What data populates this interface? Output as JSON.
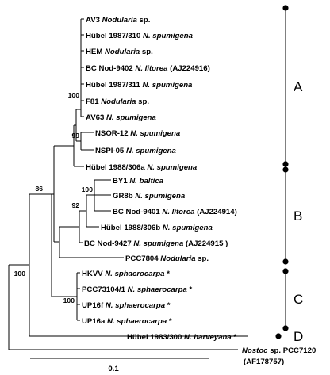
{
  "leaves": [
    {
      "strain": "AV3",
      "species": "Nodularia",
      "suffix": "sp.",
      "extra": ""
    },
    {
      "strain": "Hübel 1987/310",
      "species": "N. spumigena",
      "suffix": "",
      "extra": ""
    },
    {
      "strain": "HEM",
      "species": "Nodularia",
      "suffix": "sp.",
      "extra": ""
    },
    {
      "strain": "BC Nod-9402",
      "species": "N. litorea",
      "suffix": "(AJ224916)",
      "extra": ""
    },
    {
      "strain": "Hübel 1987/311",
      "species": "N. spumigena",
      "suffix": "",
      "extra": ""
    },
    {
      "strain": "F81",
      "species": "Nodularia",
      "suffix": "sp.",
      "extra": ""
    },
    {
      "strain": "AV63",
      "species": "N. spumigena",
      "suffix": "",
      "extra": ""
    },
    {
      "strain": "NSOR-12",
      "species": "N. spumigena",
      "suffix": "",
      "extra": ""
    },
    {
      "strain": "NSPI-05",
      "species": "N. spumigena",
      "suffix": "",
      "extra": ""
    },
    {
      "strain": "Hübel 1988/306a",
      "species": "N. spumigena",
      "suffix": "",
      "extra": ""
    },
    {
      "strain": "BY1",
      "species": "N. baltica",
      "suffix": "",
      "extra": ""
    },
    {
      "strain": "GR8b",
      "species": "N. spumigena",
      "suffix": "",
      "extra": ""
    },
    {
      "strain": "BC Nod-9401",
      "species": "N. litorea",
      "suffix": "(AJ224914)",
      "extra": ""
    },
    {
      "strain": "Hübel 1988/306b",
      "species": "N. spumigena",
      "suffix": "",
      "extra": ""
    },
    {
      "strain": "BC Nod-9427",
      "species": "N. spumigena",
      "suffix": "(AJ224915 )",
      "extra": ""
    },
    {
      "strain": "PCC7804",
      "species": "Nodularia",
      "suffix": "sp.",
      "extra": ""
    },
    {
      "strain": "HKVV",
      "species": "N. sphaerocarpa",
      "suffix": "*",
      "extra": ""
    },
    {
      "strain": "PCC73104/1",
      "species": "N. sphaerocarpa",
      "suffix": "*",
      "extra": ""
    },
    {
      "strain": "UP16f",
      "species": "N. sphaerocarpa",
      "suffix": "*",
      "extra": ""
    },
    {
      "strain": "UP16a",
      "species": "N. sphaerocarpa",
      "suffix": "*",
      "extra": ""
    },
    {
      "strain": "Hübel 1983/300",
      "species": "N. harveyana",
      "suffix": "*",
      "extra": ""
    },
    {
      "strain": "",
      "species": "Nostoc",
      "suffix": "sp. PCC7120",
      "extra": "(AF178757)"
    }
  ],
  "bootstraps": [
    "100",
    "99",
    "86",
    "100",
    "92",
    "100",
    "100"
  ],
  "groups": [
    "A",
    "B",
    "C",
    "D"
  ],
  "scale_bar": {
    "label": "0.1"
  }
}
